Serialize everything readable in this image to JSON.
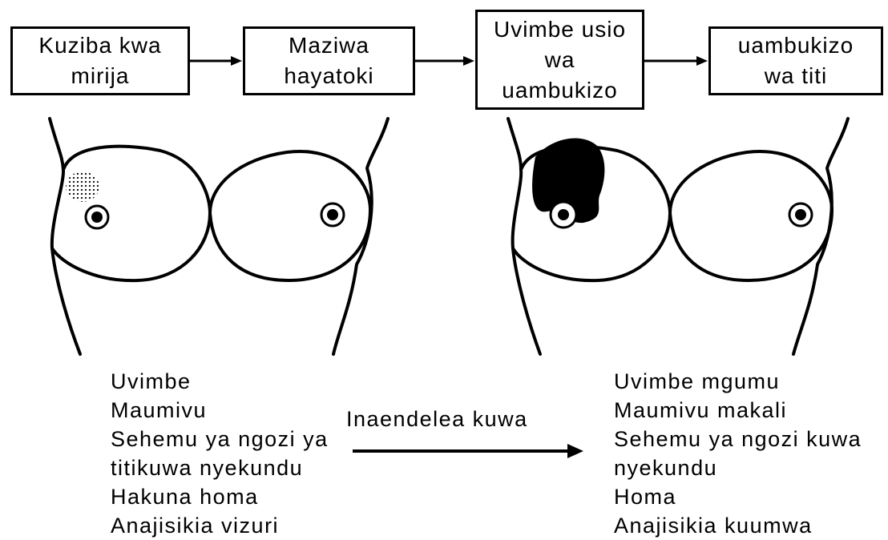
{
  "flow": {
    "steps": [
      "Kuziba kwa\nmirija",
      "Maziwa\nhayatoki",
      "Uvimbe usio\nwa\nuambukizo",
      "uambukizo\nwa titi"
    ]
  },
  "left_symptoms": [
    "Uvimbe",
    "Maumivu",
    "Sehemu ya ngozi ya",
    "titikuwa nyekundu",
    "Hakuna homa",
    "Anajisikia vizuri"
  ],
  "progression_label": "Inaendelea kuwa",
  "right_symptoms": [
    "Uvimbe mgumu",
    "Maumivu makali",
    "Sehemu ya ngozi kuwa",
    "nyekundu",
    "Homa",
    "Anajisikia kuumwa"
  ]
}
